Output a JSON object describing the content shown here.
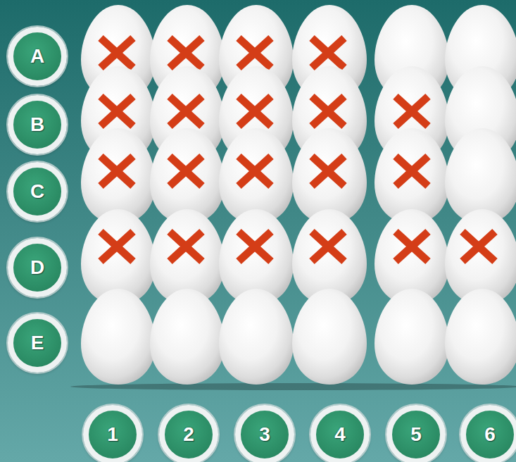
{
  "diagram": {
    "nodes": [
      {
        "text": [
          "A"
        ]
      },
      {
        "text": [
          "B"
        ]
      },
      {
        "text": [
          "C"
        ]
      },
      {
        "text": [
          "D"
        ]
      },
      {
        "text": [
          "E"
        ]
      },
      {
        "text": [
          "1"
        ]
      },
      {
        "text": [
          "2"
        ]
      },
      {
        "text": [
          "3"
        ]
      },
      {
        "text": [
          "4"
        ]
      },
      {
        "text": [
          "5"
        ]
      },
      {
        "text": [
          "6"
        ]
      }
    ]
  }
}
